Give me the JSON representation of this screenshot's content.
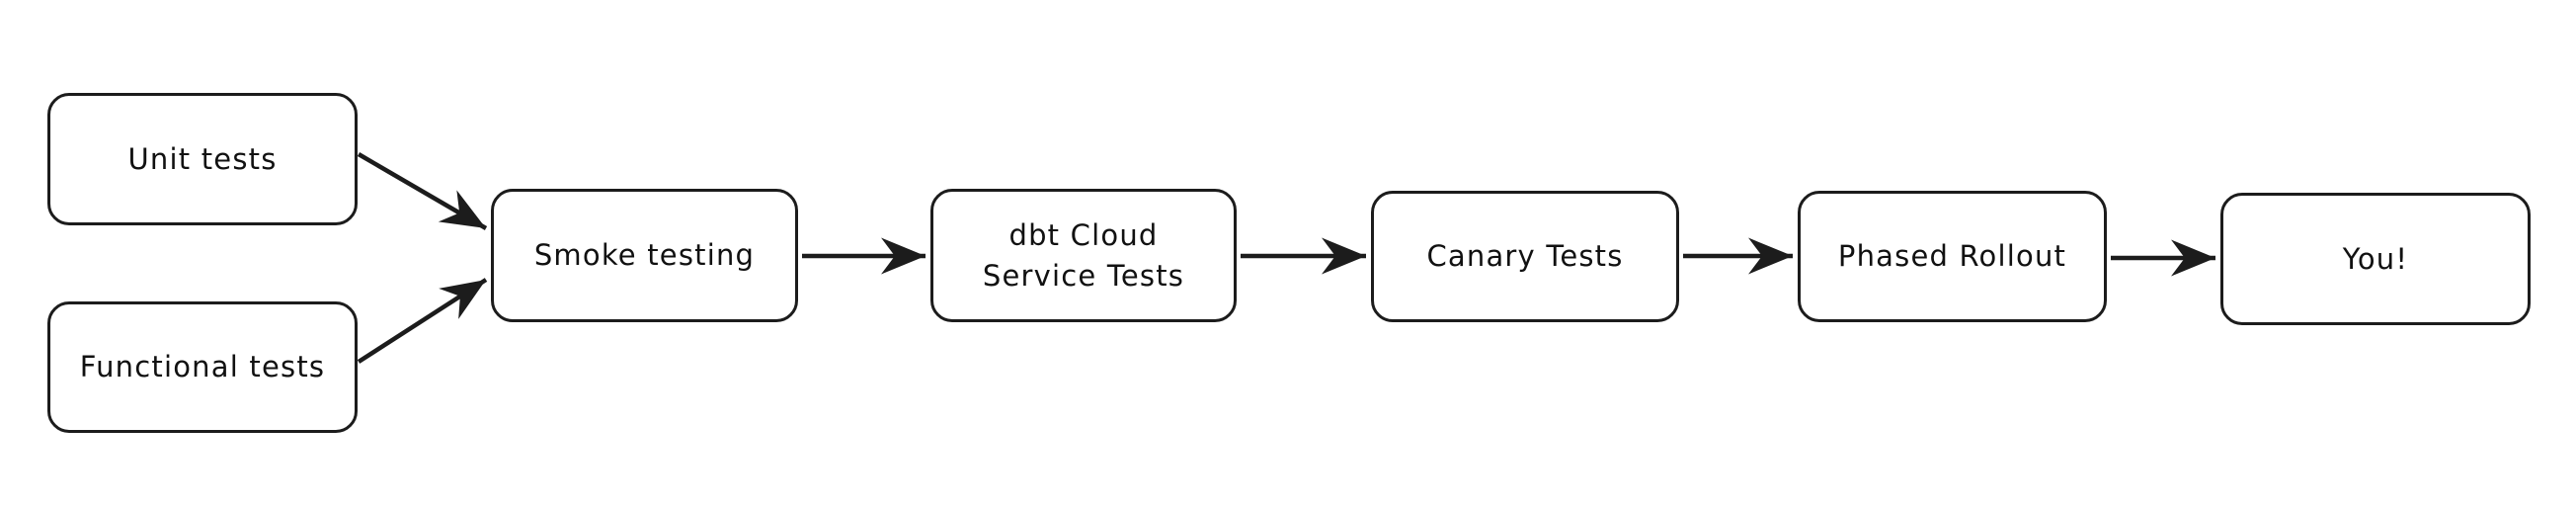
{
  "diagram": {
    "title": "Testing and release pipeline flowchart",
    "style": {
      "background": "#ffffff",
      "stroke": "#1c1c1c",
      "text": "#111111",
      "node_fill": "#ffffff"
    },
    "nodes": [
      {
        "id": "unit-tests",
        "label": "Unit tests"
      },
      {
        "id": "functional-tests",
        "label": "Functional tests"
      },
      {
        "id": "smoke-testing",
        "label": "Smoke testing"
      },
      {
        "id": "dbt-cloud-service-tests",
        "label": "dbt Cloud\nService Tests"
      },
      {
        "id": "canary-tests",
        "label": "Canary Tests"
      },
      {
        "id": "phased-rollout",
        "label": "Phased Rollout"
      },
      {
        "id": "you",
        "label": "You!"
      }
    ],
    "edges": [
      {
        "from": "unit-tests",
        "to": "smoke-testing",
        "kind": "diagonal-down"
      },
      {
        "from": "functional-tests",
        "to": "smoke-testing",
        "kind": "diagonal-up"
      },
      {
        "from": "smoke-testing",
        "to": "dbt-cloud-service-tests",
        "kind": "straight"
      },
      {
        "from": "dbt-cloud-service-tests",
        "to": "canary-tests",
        "kind": "straight"
      },
      {
        "from": "canary-tests",
        "to": "phased-rollout",
        "kind": "straight"
      },
      {
        "from": "phased-rollout",
        "to": "you",
        "kind": "straight"
      }
    ]
  }
}
